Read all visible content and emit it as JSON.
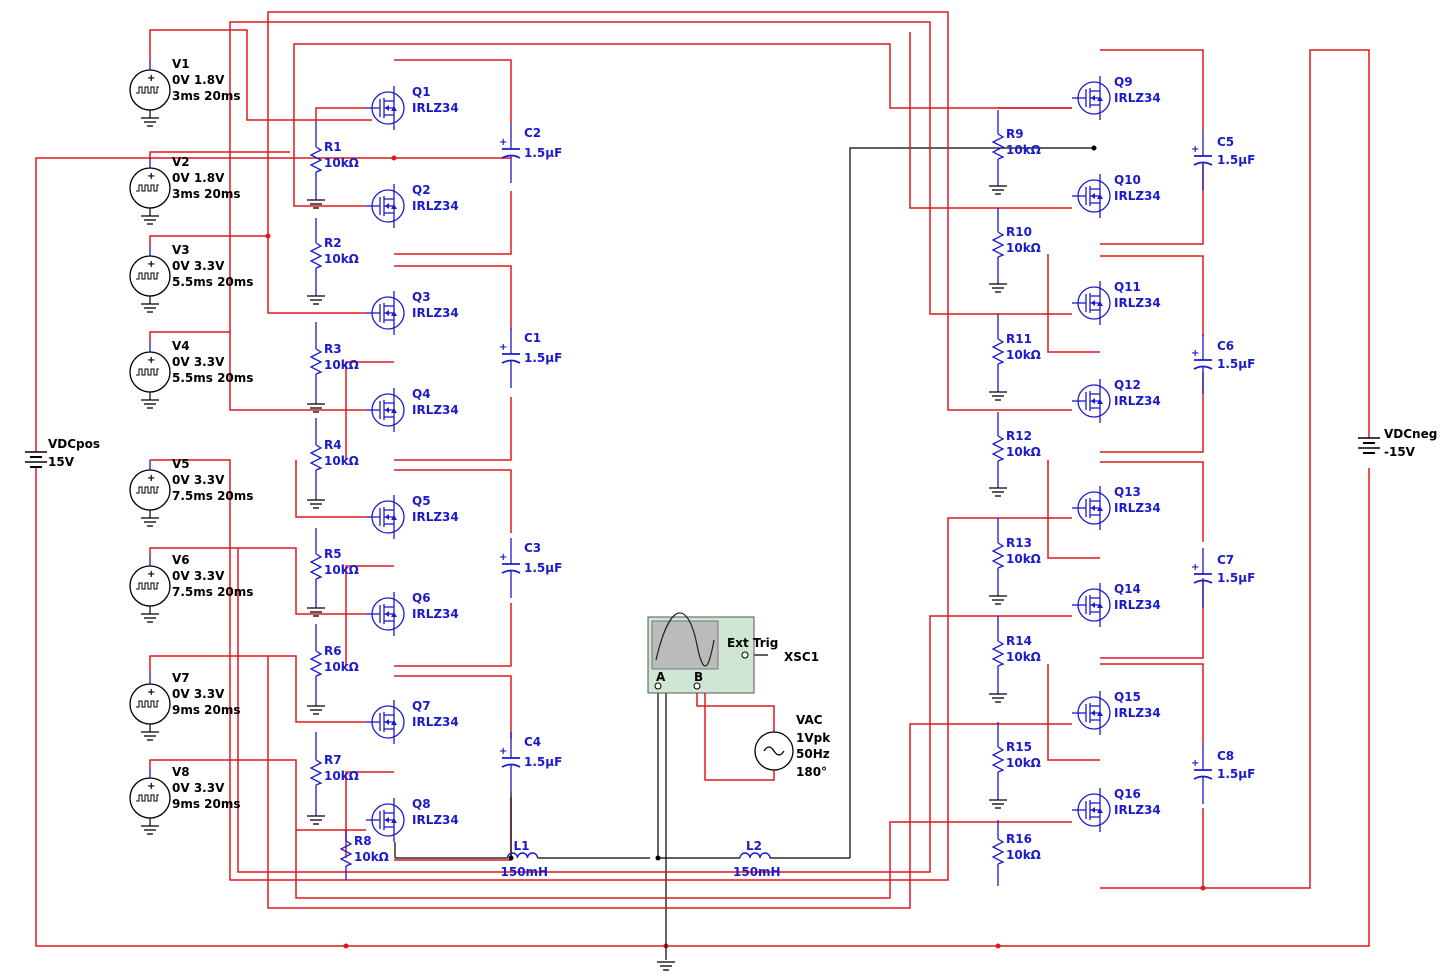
{
  "sources": [
    {
      "name": "V1",
      "l1": "0V  1.8V",
      "l2": "3ms  20ms"
    },
    {
      "name": "V2",
      "l1": "0V  1.8V",
      "l2": "3ms  20ms"
    },
    {
      "name": "V3",
      "l1": "0V  3.3V",
      "l2": "5.5ms  20ms"
    },
    {
      "name": "V4",
      "l1": "0V  3.3V",
      "l2": "5.5ms  20ms"
    },
    {
      "name": "V5",
      "l1": "0V  3.3V",
      "l2": "7.5ms  20ms"
    },
    {
      "name": "V6",
      "l1": "0V  3.3V",
      "l2": "7.5ms  20ms"
    },
    {
      "name": "V7",
      "l1": "0V  3.3V",
      "l2": "9ms  20ms"
    },
    {
      "name": "V8",
      "l1": "0V  3.3V",
      "l2": "9ms  20ms"
    }
  ],
  "left_mosfets": [
    {
      "name": "Q1",
      "type": "IRLZ34"
    },
    {
      "name": "Q2",
      "type": "IRLZ34"
    },
    {
      "name": "Q3",
      "type": "IRLZ34"
    },
    {
      "name": "Q4",
      "type": "IRLZ34"
    },
    {
      "name": "Q5",
      "type": "IRLZ34"
    },
    {
      "name": "Q6",
      "type": "IRLZ34"
    },
    {
      "name": "Q7",
      "type": "IRLZ34"
    },
    {
      "name": "Q8",
      "type": "IRLZ34"
    }
  ],
  "right_mosfets": [
    {
      "name": "Q9",
      "type": "IRLZ34"
    },
    {
      "name": "Q10",
      "type": "IRLZ34"
    },
    {
      "name": "Q11",
      "type": "IRLZ34"
    },
    {
      "name": "Q12",
      "type": "IRLZ34"
    },
    {
      "name": "Q13",
      "type": "IRLZ34"
    },
    {
      "name": "Q14",
      "type": "IRLZ34"
    },
    {
      "name": "Q15",
      "type": "IRLZ34"
    },
    {
      "name": "Q16",
      "type": "IRLZ34"
    }
  ],
  "left_resistors": [
    {
      "name": "R1",
      "value": "10kΩ"
    },
    {
      "name": "R2",
      "value": "10kΩ"
    },
    {
      "name": "R3",
      "value": "10kΩ"
    },
    {
      "name": "R4",
      "value": "10kΩ"
    },
    {
      "name": "R5",
      "value": "10kΩ"
    },
    {
      "name": "R6",
      "value": "10kΩ"
    },
    {
      "name": "R7",
      "value": "10kΩ"
    },
    {
      "name": "R8",
      "value": "10kΩ"
    }
  ],
  "right_resistors": [
    {
      "name": "R9",
      "value": "10kΩ"
    },
    {
      "name": "R10",
      "value": "10kΩ"
    },
    {
      "name": "R11",
      "value": "10kΩ"
    },
    {
      "name": "R12",
      "value": "10kΩ"
    },
    {
      "name": "R13",
      "value": "10kΩ"
    },
    {
      "name": "R14",
      "value": "10kΩ"
    },
    {
      "name": "R15",
      "value": "10kΩ"
    },
    {
      "name": "R16",
      "value": "10kΩ"
    }
  ],
  "left_caps": [
    {
      "name": "C2",
      "value": "1.5µF"
    },
    {
      "name": "C1",
      "value": "1.5µF"
    },
    {
      "name": "C3",
      "value": "1.5µF"
    },
    {
      "name": "C4",
      "value": "1.5µF"
    }
  ],
  "right_caps": [
    {
      "name": "C5",
      "value": "1.5µF"
    },
    {
      "name": "C6",
      "value": "1.5µF"
    },
    {
      "name": "C7",
      "value": "1.5µF"
    },
    {
      "name": "C8",
      "value": "1.5µF"
    }
  ],
  "inductors": [
    {
      "name": "L1",
      "value": "150mH"
    },
    {
      "name": "L2",
      "value": "150mH"
    }
  ],
  "vdcpos": {
    "name": "VDCpos",
    "value": "15V"
  },
  "vdcneg": {
    "name": "VDCneg",
    "value": "-15V"
  },
  "vac": {
    "name": "VAC",
    "l1": "1Vpk",
    "l2": "50Hz",
    "l3": "180°"
  },
  "scope": {
    "name": "XSC1",
    "ext_trig": "Ext Trig",
    "ch_a": "A",
    "ch_b": "B"
  },
  "colors": {
    "wire": "#e0191e",
    "component": "#1a1acc",
    "scope_body": "#cfe6d2"
  }
}
